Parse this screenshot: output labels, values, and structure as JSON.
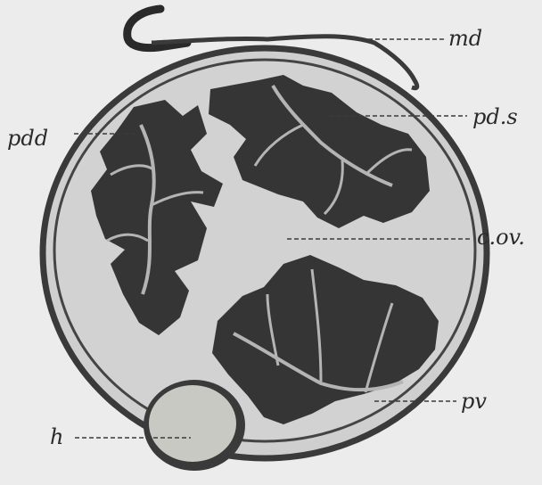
{
  "figure": {
    "labels": {
      "md": "md",
      "pds": "pd.s",
      "pdd": "pdd",
      "cov": "c.ov.",
      "pv": "pv",
      "h": "h"
    }
  },
  "colors": {
    "background": "#ececec",
    "ovary_cavity": "#d2d2d2",
    "wall": "#3a3a3a",
    "tissue_dark": "#353535",
    "tissue_light": "#b4b4b4",
    "heart_fill": "#c9c9c3"
  }
}
